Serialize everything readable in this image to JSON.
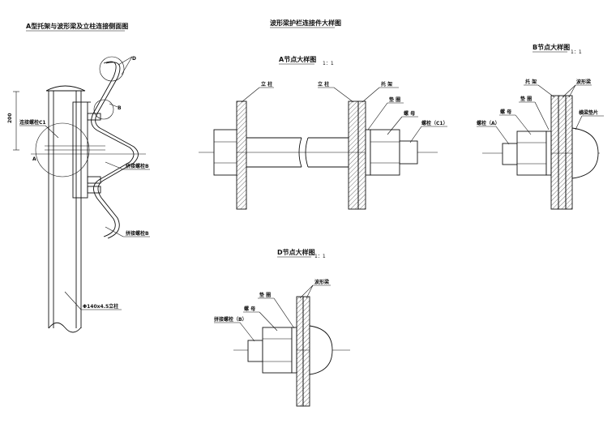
{
  "titles": {
    "side_view": "A型托架与波形梁及立柱连接侧面图",
    "main": "波形梁护栏连接件大样图",
    "detail_a": "A节点大样图",
    "detail_b": "B节点大样图",
    "detail_d": "D节点大样图",
    "scale": "1：1"
  },
  "side_view": {
    "label_a": "A",
    "label_b": "B",
    "label_d": "D",
    "connect_bolt_c1": "连接螺栓C1",
    "splice_bolt_1": "拼接螺栓B",
    "splice_bolt_2": "拼接螺栓B",
    "post": "Φ140x4.5立柱",
    "dim": "200"
  },
  "detail_a": {
    "post_left": "立 柱",
    "post_right": "立 柱",
    "bracket": "托 架",
    "washer": "垫 圈",
    "nut": "螺 母",
    "bolt": "螺栓（C1）"
  },
  "detail_b": {
    "bracket": "托 架",
    "wave_beam": "波形梁",
    "washer": "垫 圈",
    "nut": "螺 母",
    "bolt": "螺栓（A）",
    "splice_gasket": "横梁垫片"
  },
  "detail_d": {
    "wave_beam": "波形梁",
    "washer": "垫 圈",
    "nut": "螺 母",
    "bolt": "拼接螺栓（B）"
  }
}
